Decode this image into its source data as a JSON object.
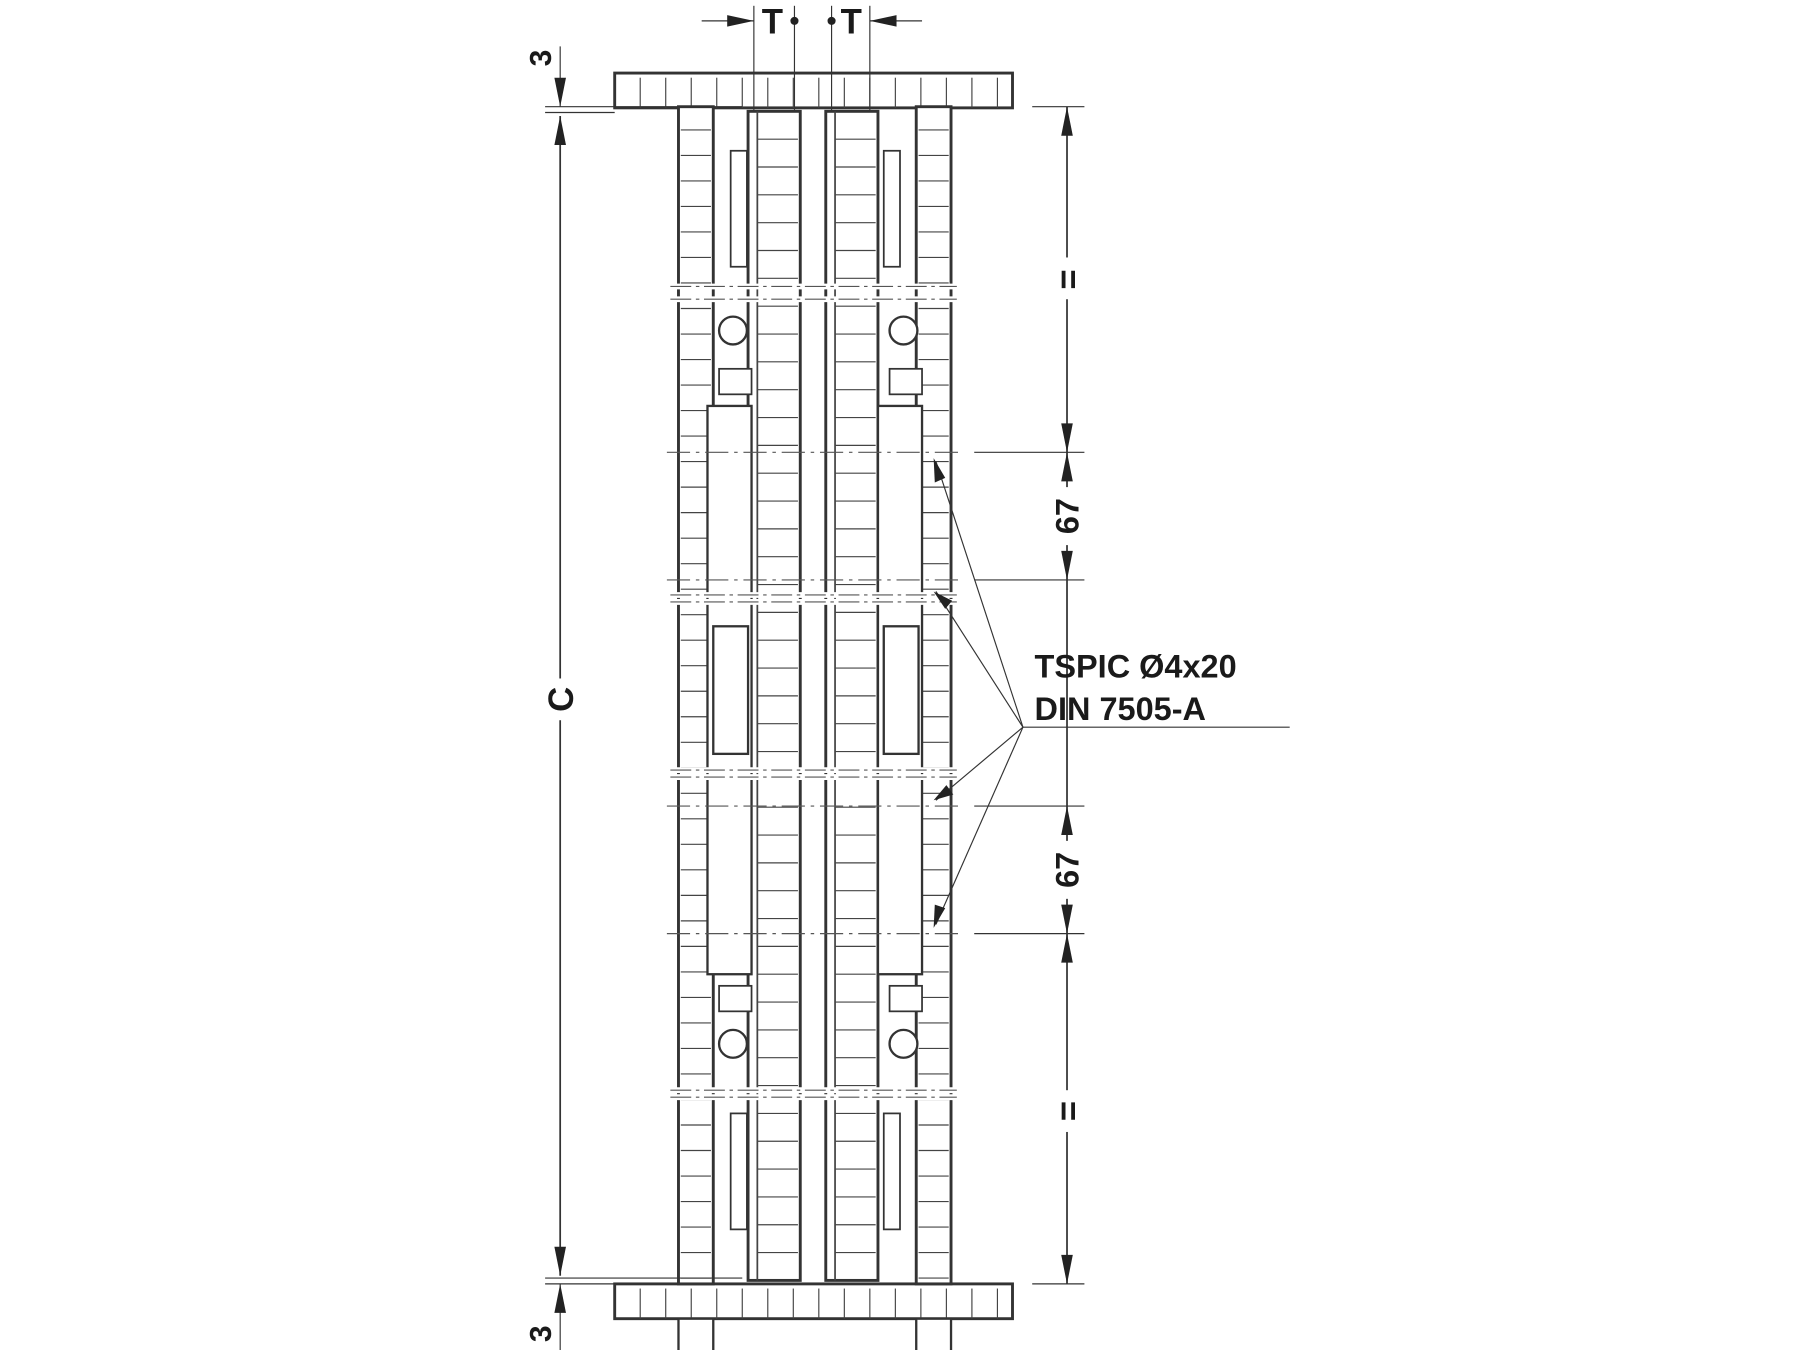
{
  "dimensions": {
    "top_gap": "3",
    "bottom_gap": "3",
    "height_c": "C",
    "equal_top": "=",
    "equal_bottom": "=",
    "spacing_upper": "67",
    "spacing_lower": "67",
    "thickness_left": "T",
    "thickness_right": "T"
  },
  "callout": {
    "line1": "TSPIC Ø4x20",
    "line2": "DIN 7505-A"
  },
  "colors": {
    "line": "#333333",
    "text": "#1a1a1a"
  }
}
